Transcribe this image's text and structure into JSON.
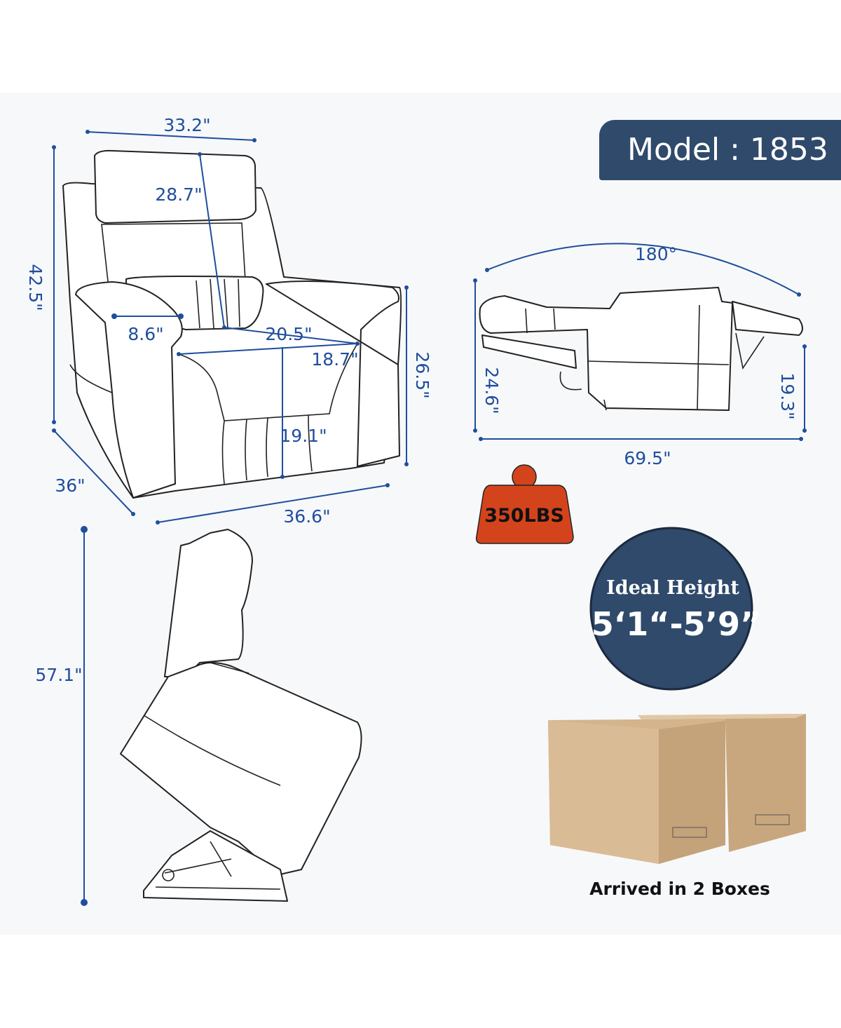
{
  "model_label": "Model : 1853",
  "dimensions": {
    "back_width": "33.2\"",
    "total_height": "42.5\"",
    "backrest_height": "28.7\"",
    "armrest_width": "8.6\"",
    "seat_depth": "20.5\"",
    "seat_width": "18.7\"",
    "seat_height": "19.1\"",
    "arm_height": "26.5\"",
    "depth": "36\"",
    "width": "36.6\"",
    "recline_angle": "180°",
    "reclined_height": "24.6\"",
    "footrest_height": "19.3\"",
    "reclined_length": "69.5\"",
    "lift_height": "57.1\""
  },
  "weight_capacity": "350LBS",
  "ideal_height": {
    "title": "Ideal Height",
    "value": "5‘1“-5’9”"
  },
  "packaging": "Arrived in 2 Boxes",
  "colors": {
    "accent": "#1f4e9c",
    "navy": "#2f4a6b",
    "weight": "#d4441c",
    "box": "#d4b48c"
  }
}
